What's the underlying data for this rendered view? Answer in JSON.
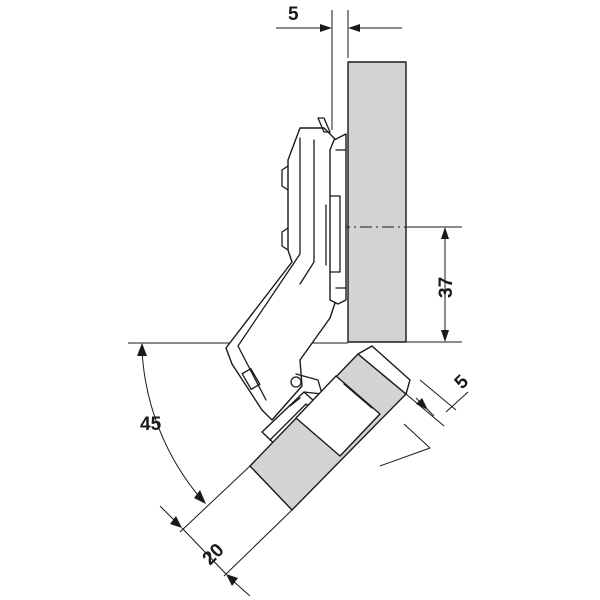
{
  "colors": {
    "panel_fill": "#d3d3d3",
    "line": "#1a1a1a",
    "background": "#ffffff"
  },
  "dimensions": {
    "top_gap": "5",
    "hole_offset": "37",
    "diagonal_gap": "5",
    "angle": "45",
    "door_thickness": "20"
  }
}
